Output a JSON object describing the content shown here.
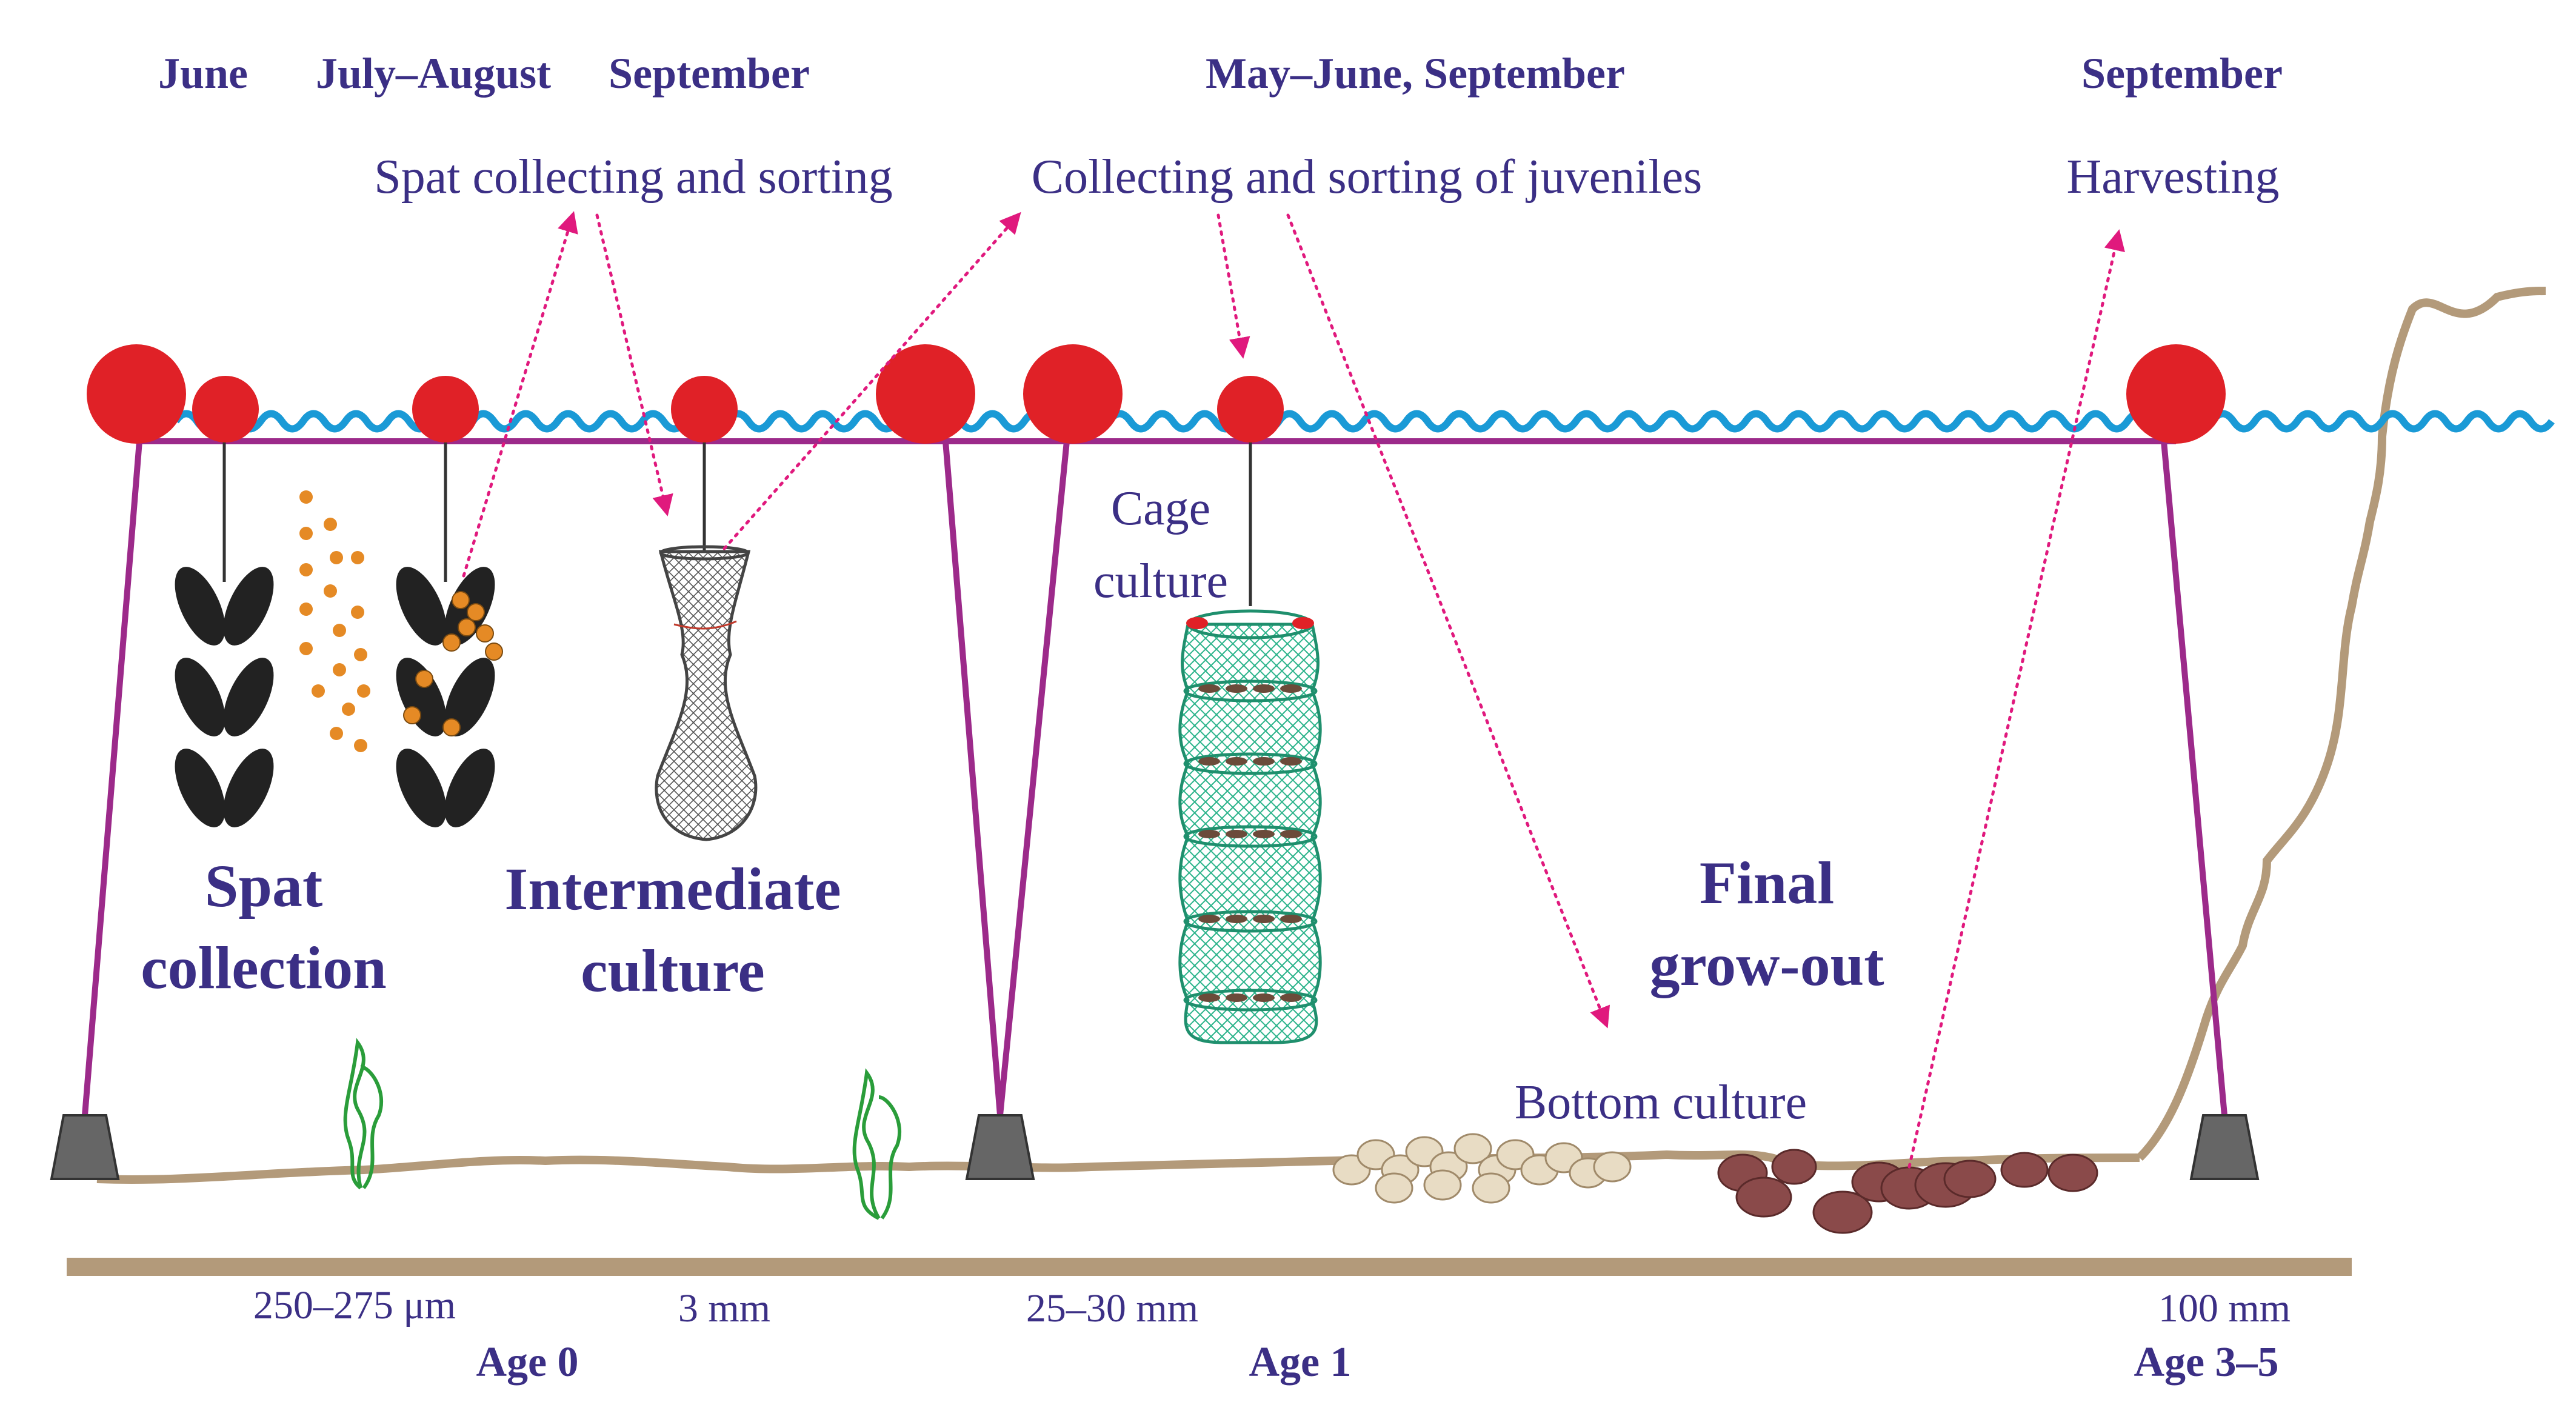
{
  "months": [
    "June",
    "July–August",
    "September",
    "May–June, September",
    "September"
  ],
  "processes": {
    "spat_sorting": "Spat collecting and sorting",
    "juvenile_sorting": "Collecting and sorting of juveniles",
    "harvesting": "Harvesting"
  },
  "stages": {
    "spat_collection": [
      "Spat",
      "collection"
    ],
    "intermediate_culture": [
      "Intermediate",
      "culture"
    ],
    "cage_culture": [
      "Cage",
      "culture"
    ],
    "final_growout": [
      "Final",
      "grow-out"
    ],
    "bottom_culture": "Bottom culture"
  },
  "sizes": [
    "250–275 μm",
    "3 mm",
    "25–30 mm",
    "100 mm"
  ],
  "ages": [
    "Age 0",
    "Age 1",
    "Age 3–5"
  ],
  "colors": {
    "label": "#3b2f85",
    "line": "#9c2a8a",
    "arrow": "#e0197d",
    "buoy": "#e02127",
    "water": "#1a9ad6",
    "seabed": "#b39a7a",
    "cage_net": "#2ab38a",
    "anchor": "#666666",
    "spat": "#e58a25",
    "seaweed": "#2a9d3a"
  }
}
